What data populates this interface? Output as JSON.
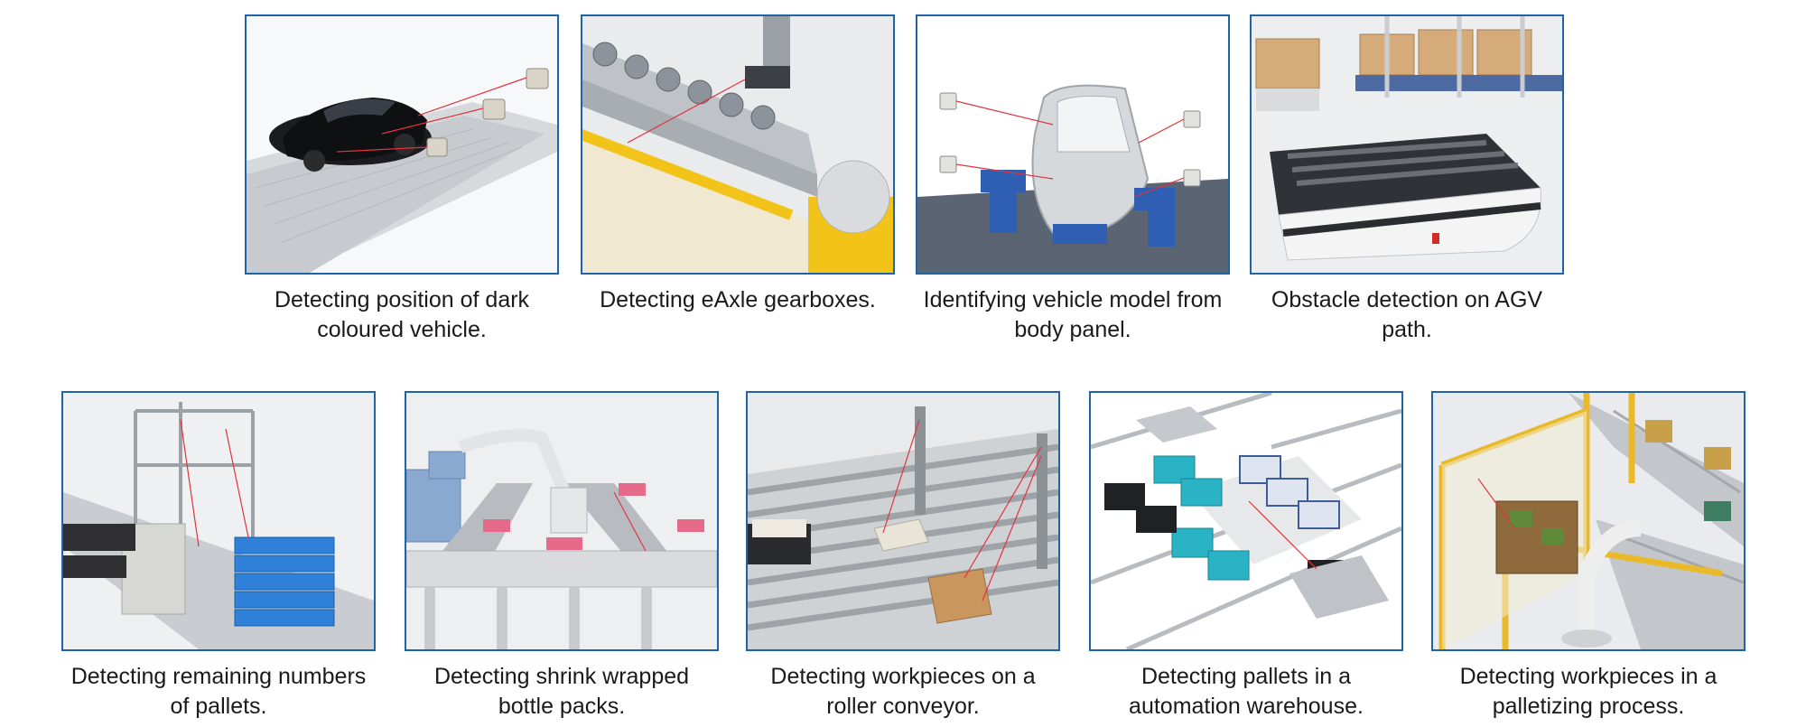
{
  "frame_color": "#1f63a8",
  "laser_color": "#e2333f",
  "cards": [
    {
      "caption": "Detecting position of dark coloured vehicle.",
      "icon": "dark-vehicle-illustration"
    },
    {
      "caption": "Detecting eAxle gearboxes.",
      "icon": "eaxle-gearbox-line-illustration"
    },
    {
      "caption": "Identifying vehicle model from body panel.",
      "icon": "body-panel-door-illustration"
    },
    {
      "caption": "Obstacle detection on AGV path.",
      "icon": "agv-illustration"
    },
    {
      "caption": "Detecting remaining numbers of pallets.",
      "icon": "pallet-stack-illustration"
    },
    {
      "caption": "Detecting  shrink wrapped bottle packs.",
      "icon": "bottle-pack-conveyor-illustration"
    },
    {
      "caption": "Detecting workpieces on a roller conveyor.",
      "icon": "roller-conveyor-illustration"
    },
    {
      "caption": "Detecting pallets in a automation warehouse.",
      "icon": "warehouse-crates-illustration"
    },
    {
      "caption": "Detecting workpieces in a palletizing process.",
      "icon": "palletizing-robot-illustration"
    }
  ]
}
